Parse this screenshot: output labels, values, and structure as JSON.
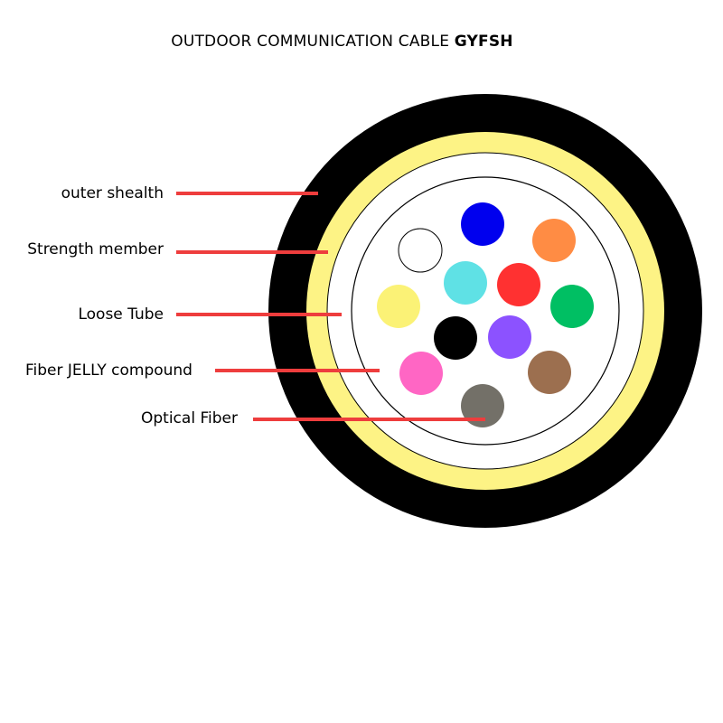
{
  "title": {
    "prefix": "OUTDOOR COMMUNICATION CABLE",
    "model": "GYFSH"
  },
  "labels": {
    "outer_sheath": "outer shealth",
    "strength_member": "Strength member",
    "loose_tube": "Loose Tube",
    "fiber_jelly": "Fiber JELLY compound",
    "optical_fiber": "Optical Fiber"
  },
  "colors": {
    "outer_sheath": "#000000",
    "strength_member": "#fdf385",
    "loose_tube_fill": "#ffffff",
    "leader_line": "#ee3d3d",
    "fiber_blue": "#0000ee",
    "fiber_orange": "#ff8c44",
    "fiber_white": "#ffffff",
    "fiber_cyan": "#5fe1e5",
    "fiber_red": "#ff3131",
    "fiber_green": "#00bf63",
    "fiber_yellow": "#fbf276",
    "fiber_black": "#000000",
    "fiber_purple": "#8c52ff",
    "fiber_pink": "#ff66c4",
    "fiber_brown": "#9c6f4f",
    "fiber_gray": "#737068"
  }
}
